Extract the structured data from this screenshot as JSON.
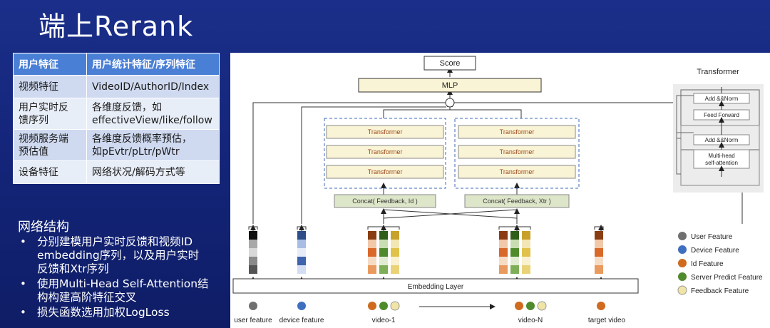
{
  "slide": {
    "title": "端上Rerank"
  },
  "feature_table": {
    "headers": [
      "用户特征",
      "用户统计特征/序列特征"
    ],
    "rows": [
      {
        "name": [
          "视频特征"
        ],
        "desc": [
          "VideoID/AuthorID/Index"
        ]
      },
      {
        "name": [
          "用户实时反",
          "馈序列"
        ],
        "desc": [
          "各维度反馈，如",
          "effectiveView/like/follow"
        ]
      },
      {
        "name": [
          "视频服务端",
          "预估值"
        ],
        "desc": [
          "各维度反馈概率预估，",
          "如pEvtr/pLtr/pWtr"
        ]
      },
      {
        "name": [
          "设备特征"
        ],
        "desc": [
          "网络状况/解码方式等"
        ]
      }
    ]
  },
  "network": {
    "heading": "网络结构",
    "bullet_char": "•",
    "items": [
      [
        "分别建模用户实时反馈和视频ID",
        "embedding序列，以及用户实时",
        "反馈和Xtr序列"
      ],
      [
        "使用Multi-Head Self-Attention结",
        "构构建高阶特征交叉"
      ],
      [
        "损失函数选用加权LogLoss"
      ]
    ]
  },
  "diagram": {
    "score_label": "Score",
    "mlp_label": "MLP",
    "transformer_label": "Transformer",
    "concat_left": "Concat( Feedback, Id )",
    "concat_right": "Concat( Feedback, Xtr )",
    "embedding_label": "Embedding Layer",
    "inputs": {
      "user": "user feature",
      "device": "device feature",
      "video1": "video-1",
      "videoN": "video-N",
      "target": "target video"
    },
    "side": {
      "title": "Transformer",
      "addnorm_top": "Add &&Norm",
      "feed_forward": "Feed Forward",
      "addnorm_bottom": "Add &&Norm",
      "mha_line1": "Multi-head",
      "mha_line2": "self-attention"
    },
    "legend": [
      {
        "label": "User Feature",
        "color": "#707070"
      },
      {
        "label": "Device Feature",
        "color": "#3f6fbf"
      },
      {
        "label": "Id Feature",
        "color": "#cf6a1f"
      },
      {
        "label": "Server Predict Feature",
        "color": "#4f8a2c"
      },
      {
        "label": "Feedback Feature",
        "color": "#f1e5a6"
      }
    ],
    "colors": {
      "transformer_fill": "#faf4d6",
      "concat_fill": "#dde6c9",
      "dash": "#3c6ab8"
    }
  }
}
